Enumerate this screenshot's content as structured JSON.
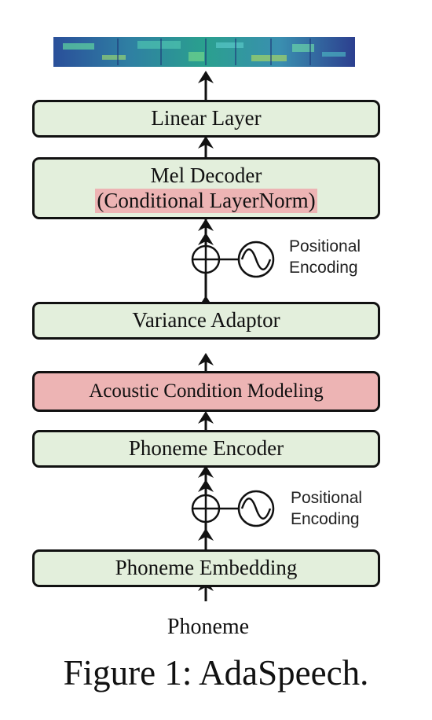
{
  "blocks": {
    "linear_layer": "Linear Layer",
    "mel_decoder": "Mel Decoder",
    "mel_decoder_sub": "(Conditional LayerNorm)",
    "variance_adaptor": "Variance Adaptor",
    "acoustic_condition": "Acoustic Condition Modeling",
    "phoneme_encoder": "Phoneme Encoder",
    "phoneme_embedding": "Phoneme Embedding"
  },
  "positional_encoding": {
    "line1": "Positional",
    "line2": "Encoding"
  },
  "input_label": "Phoneme",
  "caption": "Figure 1: AdaSpeech.",
  "colors": {
    "green": "#e3efdc",
    "red": "#edb4b4",
    "line": "#111111"
  }
}
